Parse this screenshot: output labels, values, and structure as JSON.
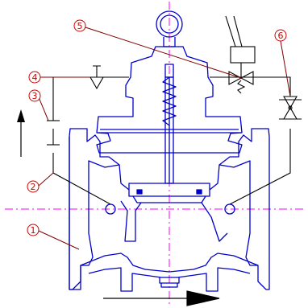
{
  "diagram": {
    "callouts": [
      {
        "id": "c1",
        "number": "1",
        "glyph": "①"
      },
      {
        "id": "c2",
        "number": "2",
        "glyph": "②"
      },
      {
        "id": "c3",
        "number": "3",
        "glyph": "③"
      },
      {
        "id": "c4",
        "number": "4",
        "glyph": "④"
      },
      {
        "id": "c5",
        "number": "5",
        "glyph": "⑤"
      },
      {
        "id": "c6",
        "number": "6",
        "glyph": "⑥"
      }
    ],
    "colors": {
      "valve_body": "#0000cc",
      "piping": "#000000",
      "centerline": "#ff00ff",
      "callout_circle": "#cc0000",
      "leader_line": "#800000",
      "flow_arrow": "#000000"
    }
  }
}
